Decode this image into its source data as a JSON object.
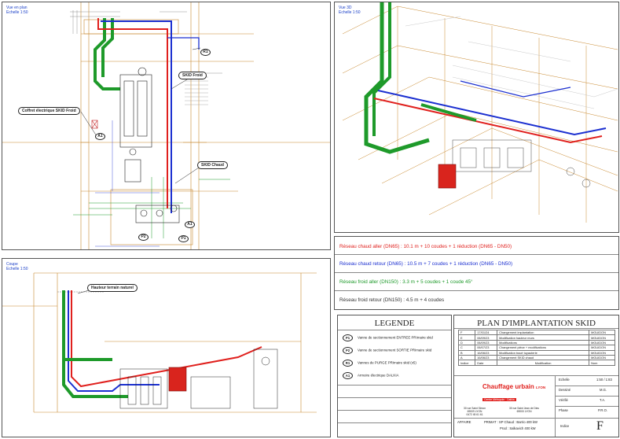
{
  "panels": {
    "plan": {
      "title": "Vue en plan",
      "scale": "Echelle 1:50"
    },
    "iso": {
      "title": "Vue 3D",
      "scale": "Echelle 1:50"
    },
    "section": {
      "title": "Coupe",
      "scale": "Echelle 1:50"
    }
  },
  "plan_callouts": {
    "skid_froid": "SKID Froid",
    "coffret": "Coffret électrique SKID Froid",
    "skid_chaud": "SKID Chaud",
    "r1": "R1",
    "a1_left": "A1",
    "a1_right": "A1",
    "p2": "P2",
    "p1": "P1"
  },
  "section_callouts": {
    "terrain": "Hauteur terrain naturel"
  },
  "network_notes": [
    {
      "text": "Réseau chaud aller (DN65) : 10.1 m + 10 coudes + 1 réduction (DN65 - DN50)",
      "color": "#e0201d"
    },
    {
      "text": "Réseau chaud retour (DN65) : 10.5 m + 7 coudes + 1 réduction (DN65 - DN50)",
      "color": "#1b2fd0"
    },
    {
      "text": "Réseau froid aller (DN150) : 3.3 m + 5 coudes + 1 coude 45°",
      "color": "#1e9a2a"
    },
    {
      "text": "Réseau froid retour (DN150) : 4.5 m + 4 coudes",
      "color": "#333333"
    }
  ],
  "legend": {
    "title": "LEGENDE",
    "items": [
      {
        "symbol": "P1",
        "text": "Vanne de sectionnement ENTREE PRImaire skid"
      },
      {
        "symbol": "P2",
        "text": "Vanne de sectionnement SORTIE PRImaire skid"
      },
      {
        "symbol": "R1",
        "text": "Vannes de PURGE PRImaire skid (x5)"
      },
      {
        "symbol": "A1",
        "text": "Armoire électrique DALKIA"
      }
    ]
  },
  "titleblock": {
    "title": "PLAN D'IMPLANTATION SKID",
    "revisions": [
      {
        "ind": "F",
        "date": "17/01/24",
        "mod": "Changement implantation",
        "auth": "MGUIDON"
      },
      {
        "ind": "E",
        "date": "06/09/23",
        "mod": "Modification hauteur murs",
        "auth": "MGUIDON"
      },
      {
        "ind": "D",
        "date": "06/09/23",
        "mod": "Modifications",
        "auth": "MGUIDON"
      },
      {
        "ind": "C",
        "date": "06/07/23",
        "mod": "Changement pièce + modifications",
        "auth": "MGUIDON"
      },
      {
        "ind": "B",
        "date": "16/06/23",
        "mod": "Modification tracé tuyauterie",
        "auth": "MGUIDON"
      },
      {
        "ind": "A",
        "date": "16/06/23",
        "mod": "Changement SKID chaud",
        "auth": "MGUIDON"
      }
    ],
    "rev_header": {
      "ind": "Indice",
      "date": "Date",
      "mod": "Modification",
      "auth": "Nom"
    },
    "logo_main": "Chauffage urbain",
    "logo_city": "LYON",
    "logo_sub": "Centre Métropole · Dalkia",
    "addr_left": "30 rue Saint Simon\n69009 LYON\n0472 45 61 61",
    "addr_right": "30 rue Saint Jean de Dieu\n69000 LYON",
    "fields": [
      {
        "label": "Echelle",
        "value": "1:50 / 1:83"
      },
      {
        "label": "Dessiné",
        "value": "M.G."
      },
      {
        "label": "Vérifié",
        "value": "T.A."
      },
      {
        "label": "Phase",
        "value": "P.R.O."
      }
    ],
    "affaire_label": "AFFAIRE",
    "affaire_line1": "PRIMAT : SP Chaud : Barrio 400 kW",
    "affaire_line2": "Prod : Salkavich 400 kW",
    "indice_label": "Indice",
    "indice_value": "F"
  },
  "colors": {
    "hot_supply": "#e0201d",
    "hot_return": "#1b2fd0",
    "cold": "#1e9a2a",
    "structure": "#c8882e",
    "frame": "#444444"
  }
}
